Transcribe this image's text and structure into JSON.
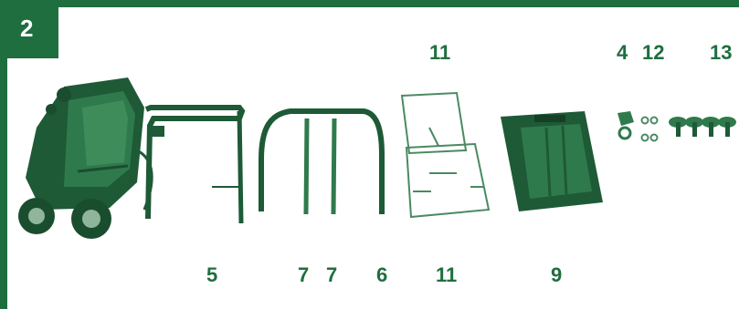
{
  "step": "2",
  "colors": {
    "brand_green": "#1f6e3f",
    "part_dark": "#1e5a36",
    "part_mid": "#2f7a4c",
    "outline": "#4a8a62"
  },
  "labels": {
    "frame_right": "5",
    "handle_bar_left": "7",
    "handle_bar_right": "7",
    "upper_handle": "6",
    "grass_bag_frame_top": "11",
    "grass_bag_frame_bottom": "11",
    "grass_bag_cover": "9",
    "clip": "4",
    "hooks": "12",
    "knobs": "13"
  }
}
